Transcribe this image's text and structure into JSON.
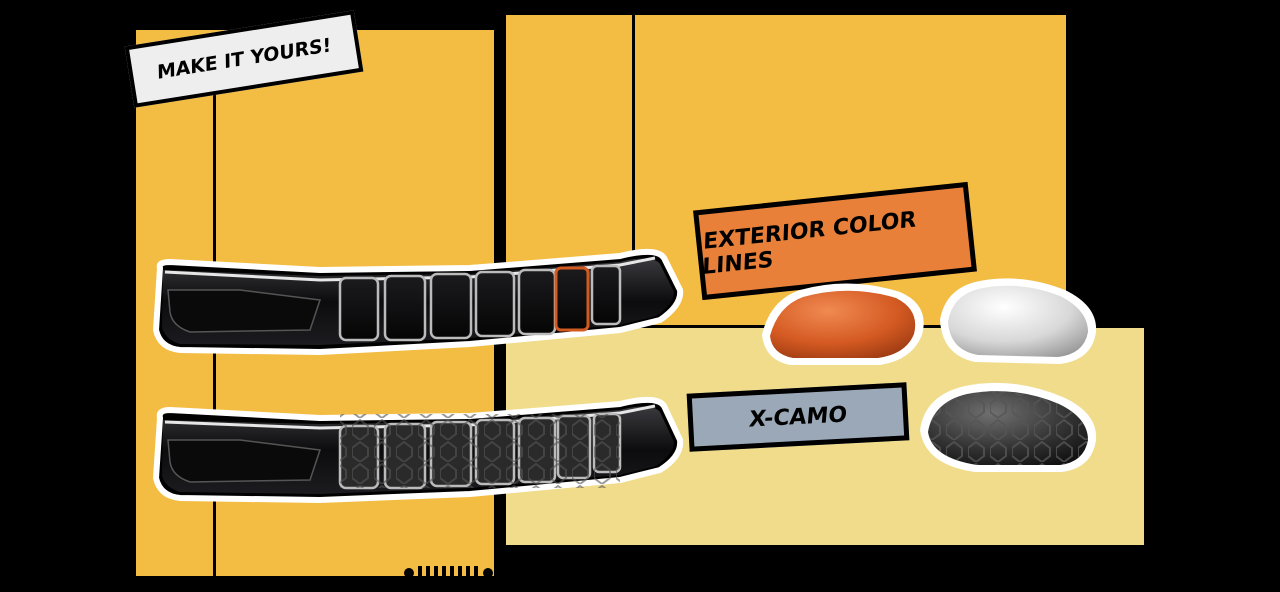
{
  "header": {
    "label": "MAKE IT YOURS!"
  },
  "options": [
    {
      "label": "EXTERIOR COLOR LINES",
      "swatches": [
        "orange-mirror-cap",
        "white-mirror-cap"
      ]
    },
    {
      "label": "X-CAMO",
      "swatches": [
        "camo-mirror-cap"
      ]
    }
  ],
  "colors": {
    "panel_yellow": "#f3bd44",
    "panel_pale": "#f0dc8a",
    "tag_orange": "#e8803a",
    "tag_blue": "#9aa8b8",
    "accent_orange": "#d25a20"
  }
}
